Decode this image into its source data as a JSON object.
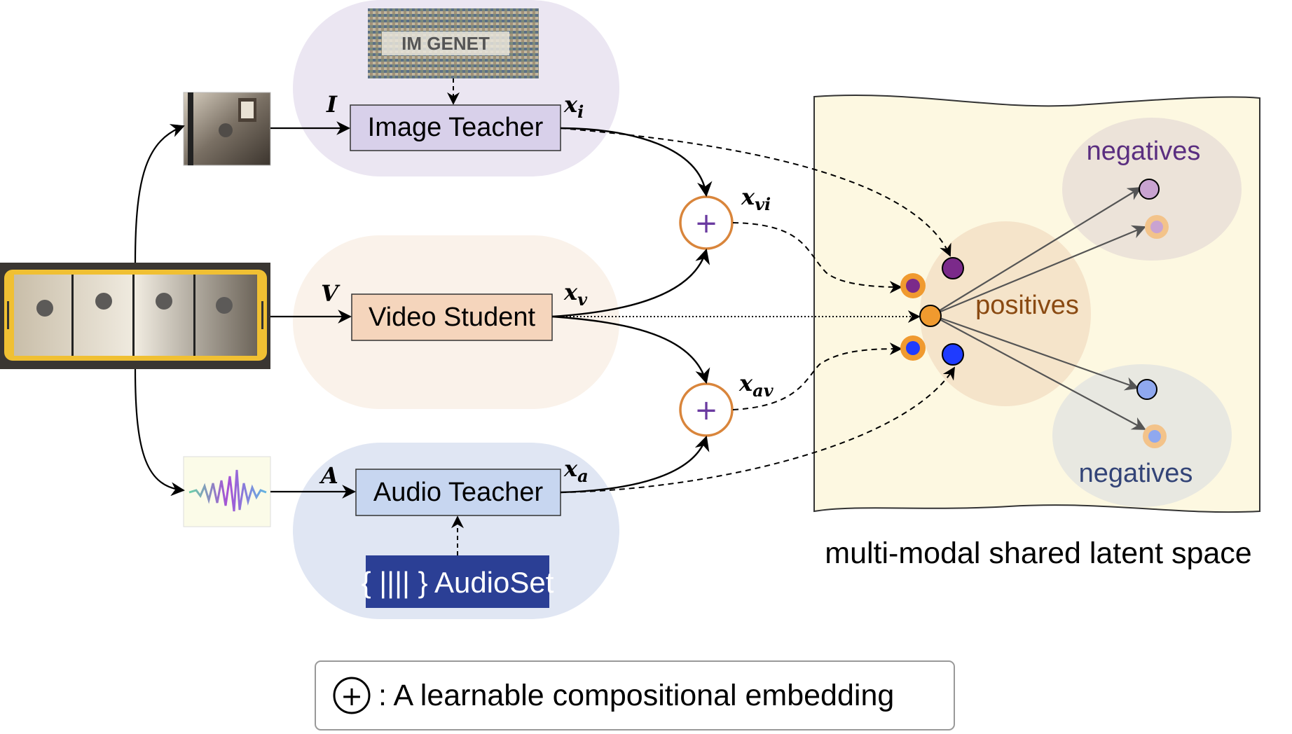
{
  "modules": {
    "image_teacher": "Image Teacher",
    "video_student": "Video Student",
    "audio_teacher": "Audio Teacher"
  },
  "inputs": {
    "image": "I",
    "video": "V",
    "audio": "A"
  },
  "embeddings": {
    "image": {
      "base": "x",
      "sub": "i"
    },
    "video": {
      "base": "x",
      "sub": "v"
    },
    "audio": {
      "base": "x",
      "sub": "a"
    },
    "video_image": {
      "base": "x",
      "sub": "vi"
    },
    "audio_video": {
      "base": "x",
      "sub": "av"
    }
  },
  "datasets": {
    "imagenet": "IM GENET",
    "audioset": "{ |||| } AudioSet"
  },
  "latent_space": {
    "title": "multi-modal shared latent space",
    "positives": "positives",
    "negatives_top": "negatives",
    "negatives_bottom": "negatives"
  },
  "legend": {
    "symbol": "+",
    "text": ": A learnable compositional embedding"
  },
  "colors": {
    "image_teacher_fill": "#d8d0ea",
    "video_student_fill": "#f5d5bc",
    "audio_teacher_fill": "#c7d6f0",
    "image_bubble": "#ebe6f2",
    "video_bubble": "#faf2ea",
    "audio_bubble": "#e0e6f3",
    "latent_space": "#fdf8e1",
    "plus_circle": "#d9853b",
    "plus_sign": "#6a3aa0",
    "purple": "#7b2a8a",
    "blue": "#1f3bff",
    "orange": "#f09a2f",
    "light_purple": "#c9a3d1",
    "light_blue": "#8fa8ef",
    "positives_text": "#8a4a12",
    "negatives_top_text": "#5a2e80",
    "negatives_bottom_text": "#334477",
    "film_frame": "#f0c033"
  },
  "icons": {
    "plus": "plus-circle-icon",
    "audio_waveform": "waveform-icon",
    "image_thumbnail": "drummer-image-icon",
    "video_strip": "film-strip-icon"
  }
}
